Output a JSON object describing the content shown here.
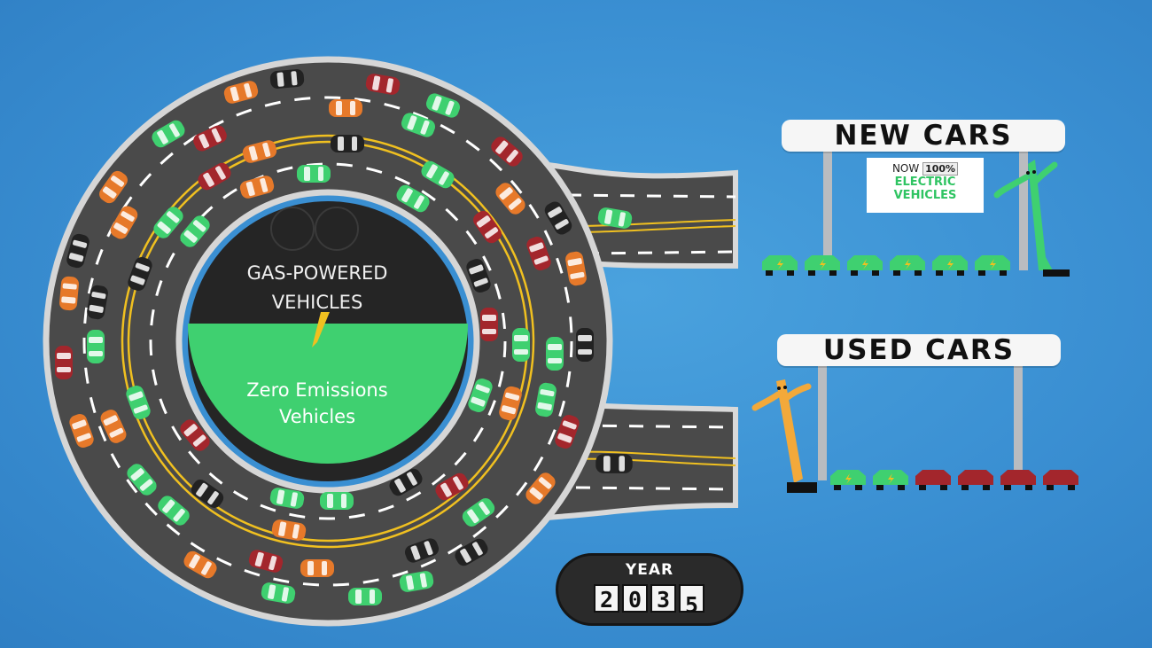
{
  "center": {
    "top_line1": "GAS-POWERED",
    "top_line2": "VEHICLES",
    "bottom_line1": "Zero Emissions",
    "bottom_line2": "Vehicles"
  },
  "signs": {
    "new_cars": "NEW  CARS",
    "used_cars": "USED  CARS"
  },
  "banner": {
    "now": "NOW",
    "percent": "100%",
    "line1": "ELECTRIC",
    "line2": "VEHICLES"
  },
  "odometer": {
    "label": "YEAR",
    "digits": [
      "2",
      "0",
      "3",
      "5"
    ]
  },
  "colors": {
    "background": "#3a8fd2",
    "road": "#4a4a4a",
    "electric": "#3fd070",
    "gas_red": "#a3262c",
    "orange": "#e6792a",
    "black": "#222222",
    "yellow_line": "#f0c020"
  },
  "icons": {
    "bolt": "lightning-bolt-icon",
    "inflatable": "tube-man-icon"
  },
  "lots": {
    "new_row": [
      "electric",
      "electric",
      "electric",
      "electric",
      "electric",
      "electric"
    ],
    "used_row": [
      "electric",
      "electric",
      "gas",
      "gas",
      "gas",
      "gas"
    ]
  }
}
